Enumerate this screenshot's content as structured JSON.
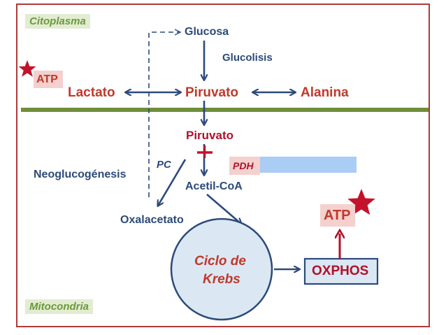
{
  "labels": {
    "citoplasma": "Citoplasma",
    "mitocondria": "Mitocondria",
    "glucosa": "Glucosa",
    "glucolisis": "Glucolisis",
    "lactato": "Lactato",
    "piruvato_top": "Piruvato",
    "alanina": "Alanina",
    "atp_left": "ATP",
    "piruvato_mito": "Piruvato",
    "pc": "PC",
    "pdh": "PDH",
    "neoglucogenesis": "Neoglucogénesis",
    "acetil_coa": "Acetil-CoA",
    "oxalacetato": "Oxalacetato",
    "ciclo_line1": "Ciclo de",
    "ciclo_line2": "Krebs",
    "atp_right": "ATP",
    "oxphos": "OXPHOS"
  },
  "colors": {
    "frame": "#b03a3a",
    "membrane": "#6e8e3a",
    "arrow_blue": "#2c4a7a",
    "arrow_red": "#b0122a",
    "star": "#c4122a",
    "pdh_bar": "#a9cdf5",
    "circle_fill": "#dbe8f4",
    "circle_stroke": "#2c4a7a",
    "oxphos_fill": "#dbe8f4"
  }
}
